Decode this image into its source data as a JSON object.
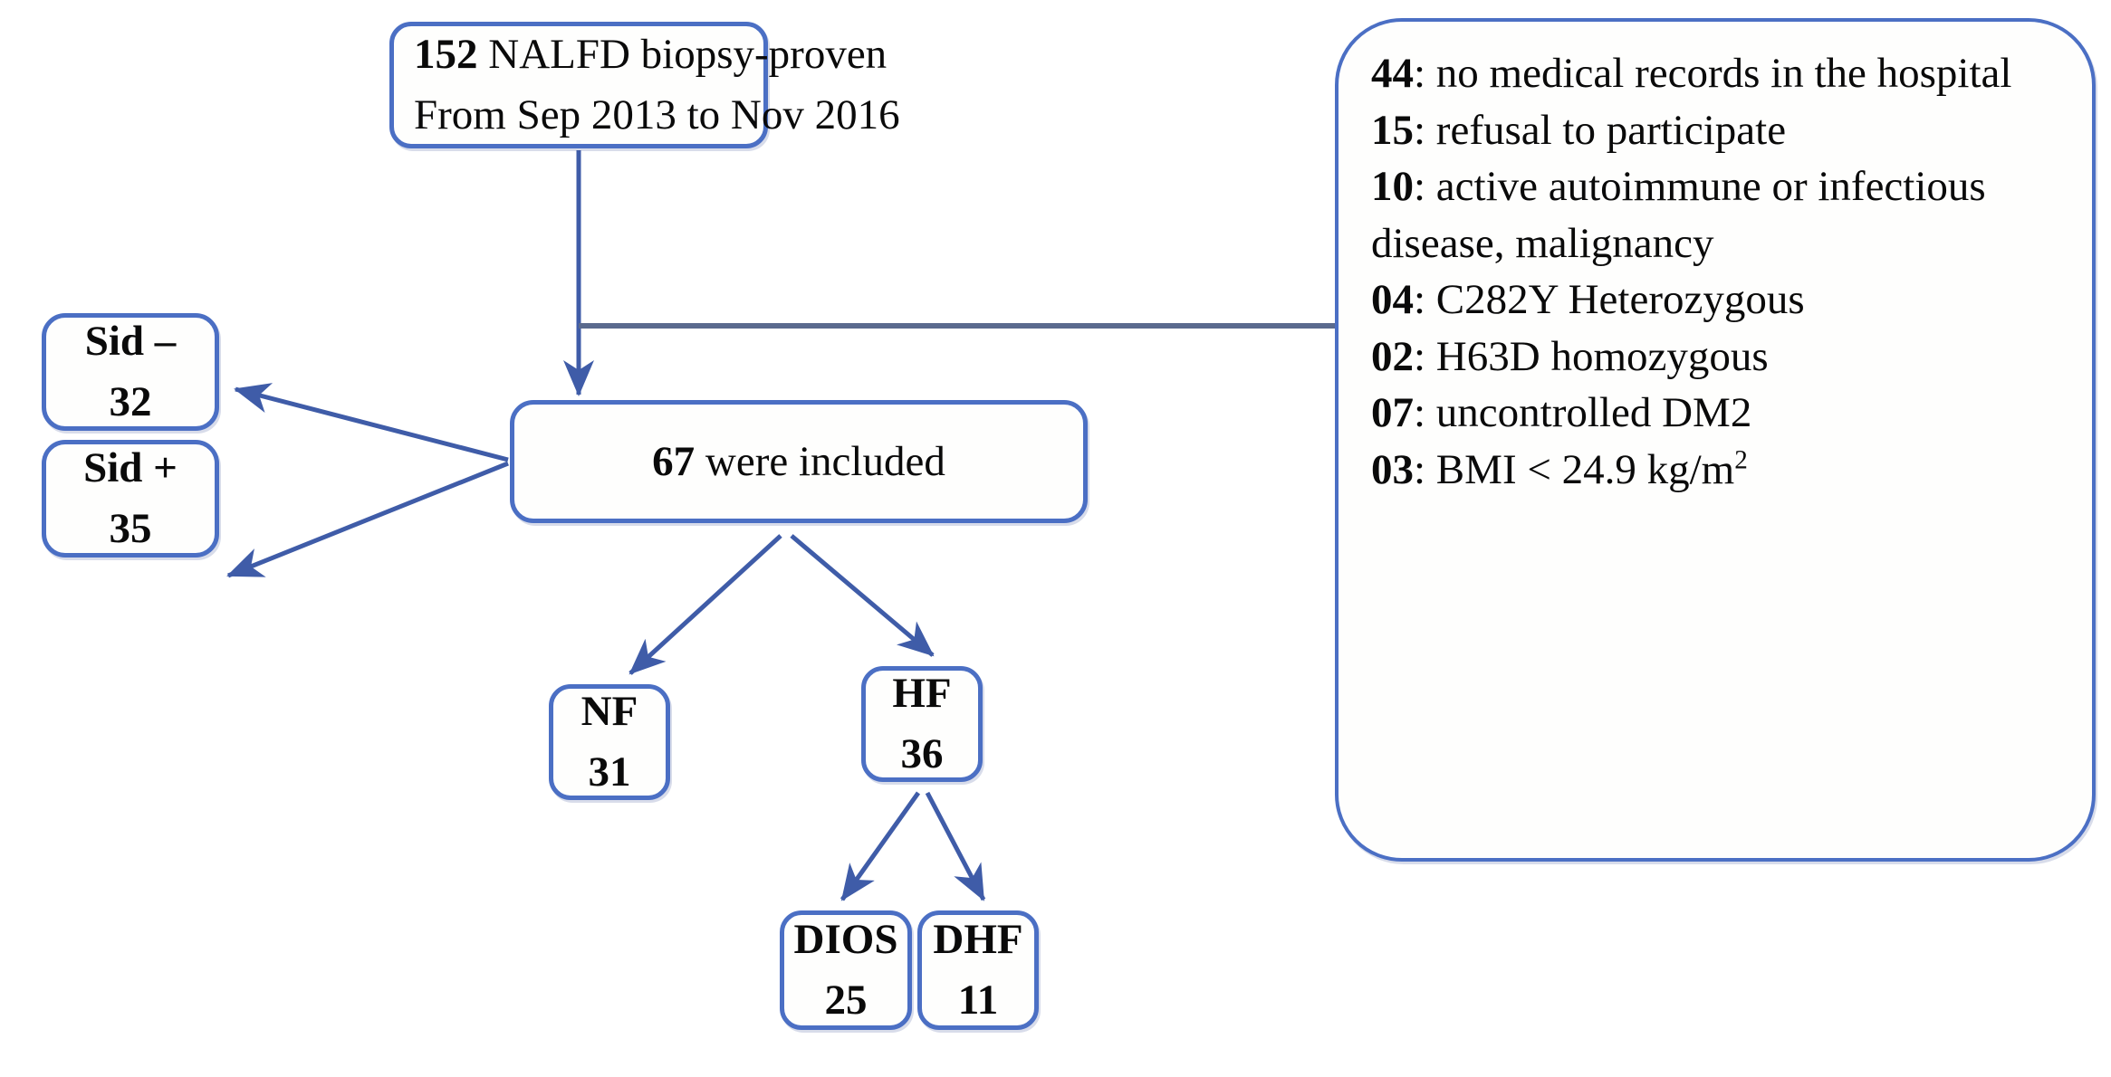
{
  "diagram": {
    "title": "NAFLD biopsy-proven patient selection flow diagram",
    "accent_border_color": "#4b6fc4",
    "connector_color": "#3f5ca8",
    "box_fill_color": "#fefefd",
    "text_color": "#0a0a0a"
  },
  "nodes": {
    "source": {
      "id": "source-cohort",
      "count": "152",
      "line1_bold": "152",
      "line1_rest": " NALFD biopsy-proven",
      "line2": "From Sep 2013 to Nov 2016"
    },
    "excluded": {
      "id": "exclusion-criteria",
      "items": [
        {
          "count": "44",
          "reason": ": no medical records in the hospital"
        },
        {
          "count": "15",
          "reason": ": refusal to participate"
        },
        {
          "count": "10",
          "reason": ": active autoimmune or infectious disease, malignancy"
        },
        {
          "count": "04",
          "reason": ": C282Y Heterozygous"
        },
        {
          "count": "02",
          "reason": ": H63D homozygous"
        },
        {
          "count": "07",
          "reason": ": uncontrolled DM2"
        },
        {
          "count": "03",
          "reason": ": BMI < 24.9 kg/m",
          "sup": "2"
        }
      ]
    },
    "included": {
      "id": "included-cohort",
      "count": "67",
      "line1_bold": "67",
      "line1_rest": " were included"
    },
    "sid_negative": {
      "id": "sid-negative",
      "label": "Sid –",
      "count": "32"
    },
    "sid_positive": {
      "id": "sid-positive",
      "label": "Sid +",
      "count": "35"
    },
    "nf": {
      "id": "no-fibrosis",
      "label": "NF",
      "count": "31"
    },
    "hf": {
      "id": "hepatic-fibrosis",
      "label": "HF",
      "count": "36"
    },
    "dios": {
      "id": "dios",
      "label": "DIOS",
      "count": "25"
    },
    "dhf": {
      "id": "dhf",
      "label": "DHF",
      "count": "11"
    }
  },
  "edges": [
    {
      "from": "source",
      "to": "included",
      "kind": "arrow-down"
    },
    {
      "from": "source",
      "to": "excluded",
      "kind": "elbow-right"
    },
    {
      "from": "included",
      "to": "sid_negative",
      "kind": "arrow-up-left"
    },
    {
      "from": "included",
      "to": "sid_positive",
      "kind": "arrow-down-left"
    },
    {
      "from": "included",
      "to": "nf",
      "kind": "arrow-down-left"
    },
    {
      "from": "included",
      "to": "hf",
      "kind": "arrow-down-right"
    },
    {
      "from": "hf",
      "to": "dios",
      "kind": "arrow-down-left"
    },
    {
      "from": "hf",
      "to": "dhf",
      "kind": "arrow-down-right"
    }
  ]
}
